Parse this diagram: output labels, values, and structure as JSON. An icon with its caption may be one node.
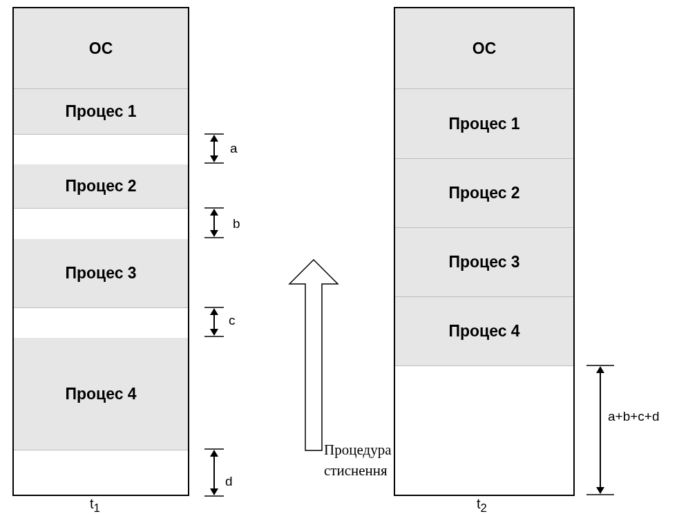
{
  "diagram": {
    "nodes": [
      {
        "text": [],
        "shape": "box",
        "beside": [
          "t$_{1}$"
        ]
      },
      {
        "text": [
          "ОС"
        ],
        "in": 0
      },
      {
        "text": [
          "Процес 1"
        ],
        "in": 0
      },
      {
        "text": [
          "Процес 2"
        ],
        "in": 0
      },
      {
        "text": [
          "Процес 3"
        ],
        "in": 0
      },
      {
        "text": [
          "Процес 4"
        ],
        "in": 0
      },
      {
        "text": [],
        "shape": "box",
        "beside": [
          "t$_{2}$"
        ]
      },
      {
        "text": [
          "ОС"
        ],
        "in": 6
      },
      {
        "text": [
          "Процес 1"
        ],
        "in": 6
      },
      {
        "text": [
          "Процес 2"
        ],
        "in": 6
      },
      {
        "text": [
          "Процес 3"
        ],
        "in": 6
      },
      {
        "text": [
          "Процес 4"
        ],
        "in": 6
      }
    ],
    "edges": [],
    "labels": [
      "a",
      "b",
      "c",
      "a+b+c+d",
      "Процедура стиснення",
      "d"
    ]
  }
}
